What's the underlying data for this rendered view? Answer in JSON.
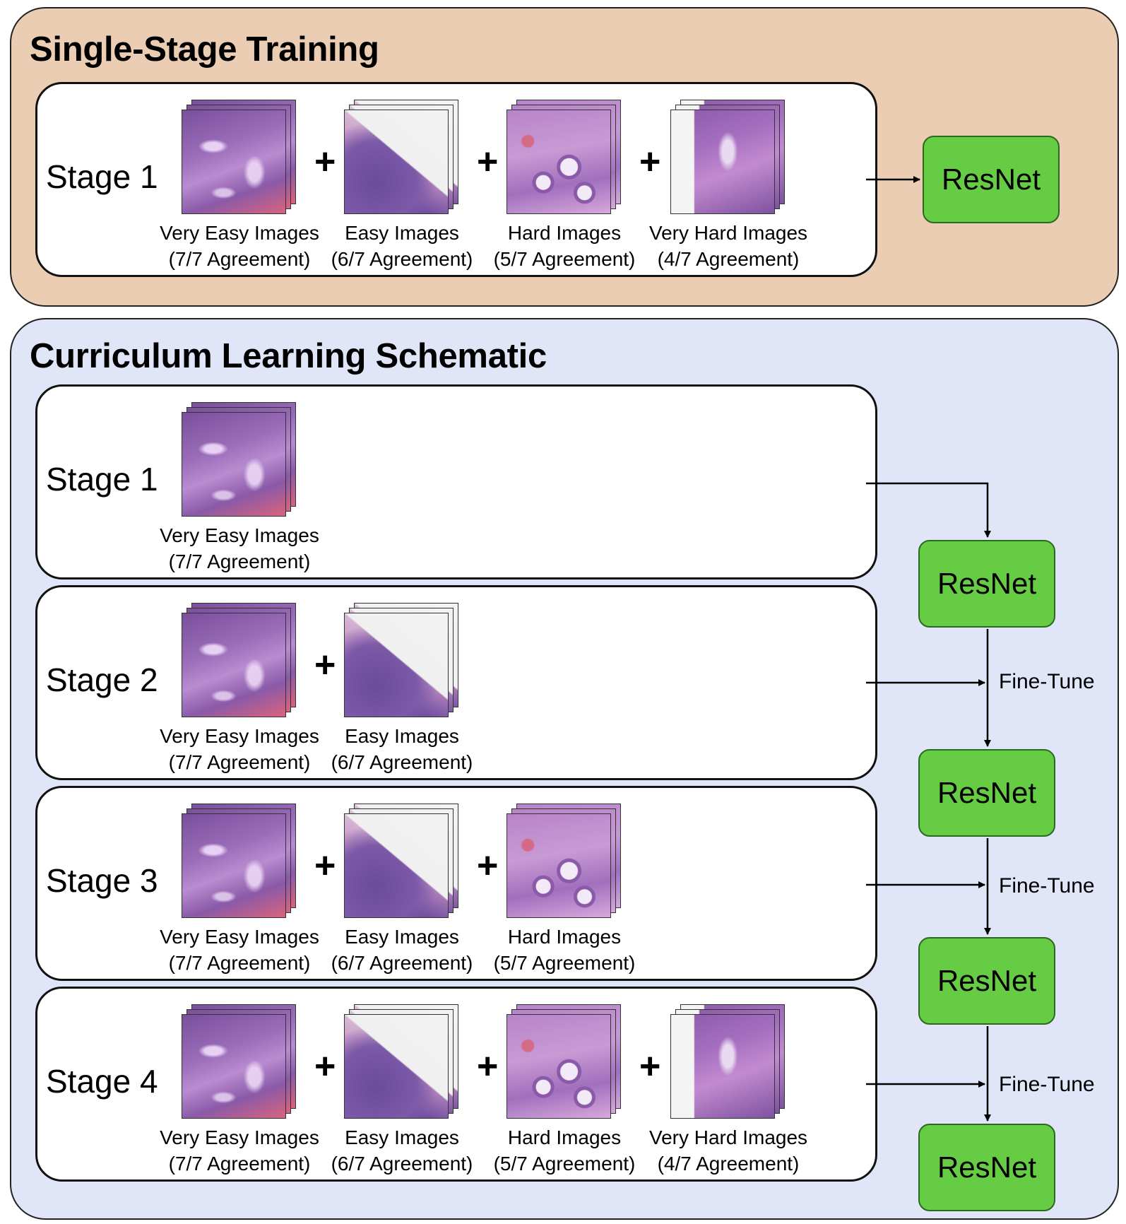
{
  "panels": {
    "single": {
      "title": "Single-Stage Training"
    },
    "curriculum": {
      "title": "Curriculum Learning Schematic"
    }
  },
  "image_types": {
    "very_easy": {
      "name": "Very Easy Images",
      "agreement": "(7/7 Agreement)"
    },
    "easy": {
      "name": "Easy Images",
      "agreement": "(6/7 Agreement)"
    },
    "hard": {
      "name": "Hard Images",
      "agreement": "(5/7 Agreement)"
    },
    "very_hard": {
      "name": "Very Hard Images",
      "agreement": "(4/7 Agreement)"
    }
  },
  "stages": {
    "s1": "Stage 1",
    "s2": "Stage 2",
    "s3": "Stage 3",
    "s4": "Stage 4"
  },
  "symbols": {
    "plus": "+"
  },
  "model": {
    "name": "ResNet"
  },
  "edge_label": "Fine-Tune",
  "colors": {
    "single_panel_bg": "#ebcdb3",
    "curriculum_panel_bg": "#e0e6f8",
    "model_box": "#66cc44"
  }
}
